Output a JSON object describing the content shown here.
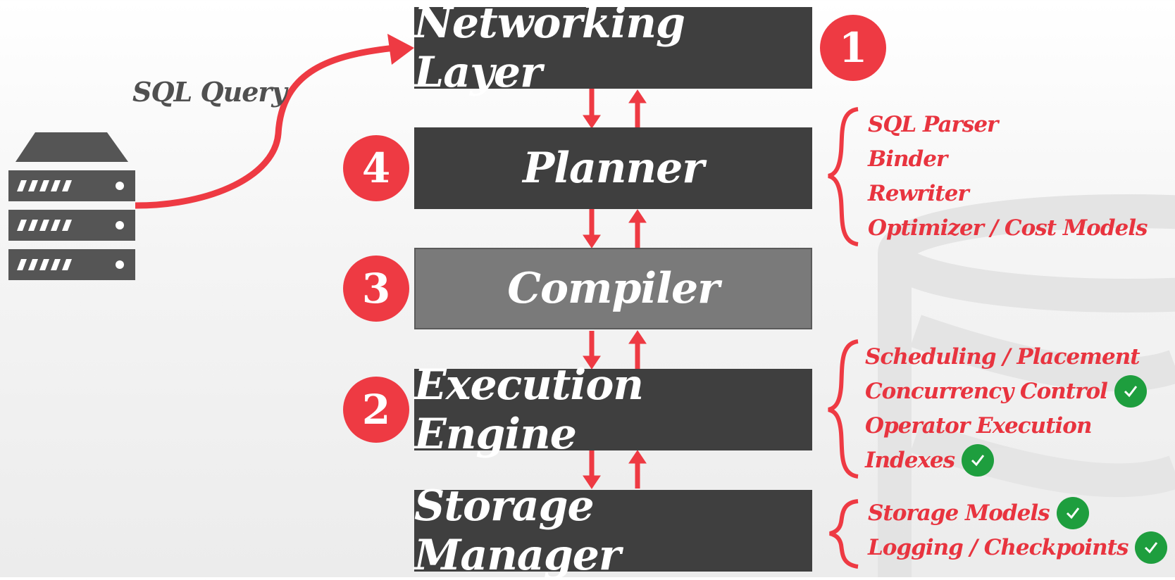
{
  "query_label": "SQL Query",
  "layers": {
    "networking": "Networking Layer",
    "planner": "Planner",
    "compiler": "Compiler",
    "execution": "Execution Engine",
    "storage": "Storage Manager"
  },
  "badges": {
    "networking": "1",
    "planner": "4",
    "compiler": "3",
    "execution": "2"
  },
  "planner_notes": [
    "SQL Parser",
    "Binder",
    "Rewriter",
    "Optimizer / Cost Models"
  ],
  "execution_notes": [
    "Scheduling / Placement",
    "Concurrency Control",
    "Operator Execution",
    "Indexes"
  ],
  "storage_notes": [
    "Storage Models",
    "Logging / Checkpoints"
  ],
  "colors": {
    "accent_red": "#ee3a43",
    "layer_dark": "#3f3f3f",
    "layer_compiler": "#7a7a7a",
    "check_green": "#1e9e3e",
    "server_gray": "#555555"
  },
  "icons": [
    "server-icon",
    "check-icon",
    "curly-brace-icon",
    "arrow-icon"
  ]
}
